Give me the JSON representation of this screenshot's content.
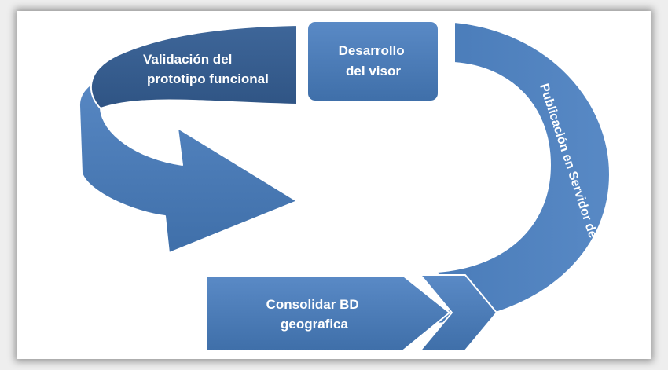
{
  "diagram": {
    "validation": {
      "line1": "Validación del",
      "line2": "prototipo funcional"
    },
    "development": {
      "line1": "Desarrollo",
      "line2": "del visor"
    },
    "publication": {
      "label": "Publicación en Servidor de Mapas"
    },
    "consolidate": {
      "line1": "Consolidar BD",
      "line2": "geografica"
    }
  },
  "colors": {
    "main_blue": "#4f81bd",
    "dark_blue": "#3b6193",
    "outline": "#ffffff",
    "frame_background": "#ffffff"
  }
}
